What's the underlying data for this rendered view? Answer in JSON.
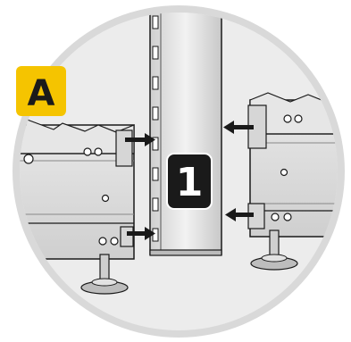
{
  "diagram": {
    "section_badge": {
      "label": "A",
      "color": "#f5c400",
      "text_color": "#1a1a1a"
    },
    "step_badge": {
      "label": "1",
      "color": "#1a1a1a",
      "text_color": "#ffffff"
    },
    "colors": {
      "frame_ring": "#d9d9d9",
      "background": "#ececec",
      "metal": "#dcdcdc",
      "metal_dark": "#9a9a9a",
      "line": "#1a1a1a",
      "arrow": "#1a1a1a"
    },
    "icons": [
      "beam-left",
      "beam-right",
      "upright-post",
      "leveling-foot",
      "arrow-right",
      "arrow-left"
    ]
  }
}
